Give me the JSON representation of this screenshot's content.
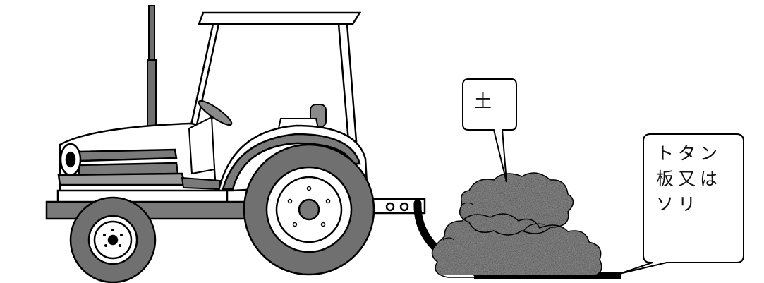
{
  "labels": {
    "soil": "土",
    "sheet_lines": [
      "トタン",
      "板又は",
      "ソリ"
    ]
  },
  "colors": {
    "outline": "#000000",
    "body_gray": "#7a7a7a",
    "tire": "#707070",
    "soil": "#9a9a9a",
    "sheet": "#000000"
  }
}
